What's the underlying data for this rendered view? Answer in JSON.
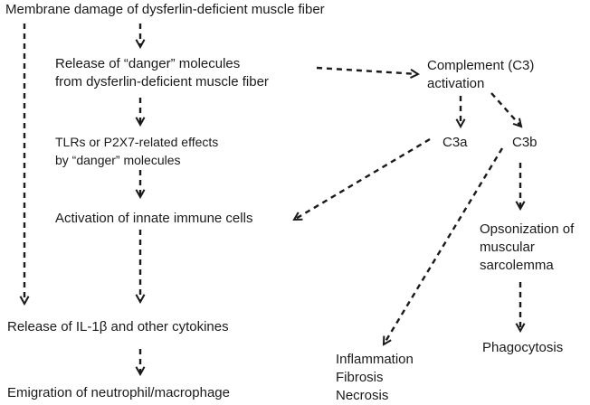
{
  "nodes": {
    "membrane_damage": {
      "lines": [
        "Membrane damage of dysferlin-deficient muscle fiber"
      ]
    },
    "release_danger": {
      "lines": [
        "Release of “danger” molecules",
        "from dysferlin-deficient muscle fiber"
      ]
    },
    "complement": {
      "lines": [
        "Complement (C3)",
        "activation"
      ]
    },
    "tlr_effects": {
      "lines": [
        "TLRs or P2X7-related effects",
        "by “danger” molecules"
      ]
    },
    "c3a": {
      "lines": [
        "C3a"
      ]
    },
    "c3b": {
      "lines": [
        "C3b"
      ]
    },
    "innate_activation": {
      "lines": [
        "Activation of innate immune cells"
      ]
    },
    "opsonization": {
      "lines": [
        "Opsonization of",
        "muscular",
        "sarcolemma"
      ]
    },
    "il1b_release": {
      "lines": [
        "Release of IL-1β and other cytokines"
      ]
    },
    "phagocytosis": {
      "lines": [
        "Phagocytosis"
      ]
    },
    "outcomes": {
      "lines": [
        "Inflammation",
        "Fibrosis",
        "Necrosis"
      ]
    },
    "emigration": {
      "lines": [
        "Emigration of neutrophil/macrophage"
      ]
    }
  },
  "colors": {
    "text": "#1a1a1a",
    "arrow": "#1a1a1a",
    "background": "#ffffff"
  }
}
